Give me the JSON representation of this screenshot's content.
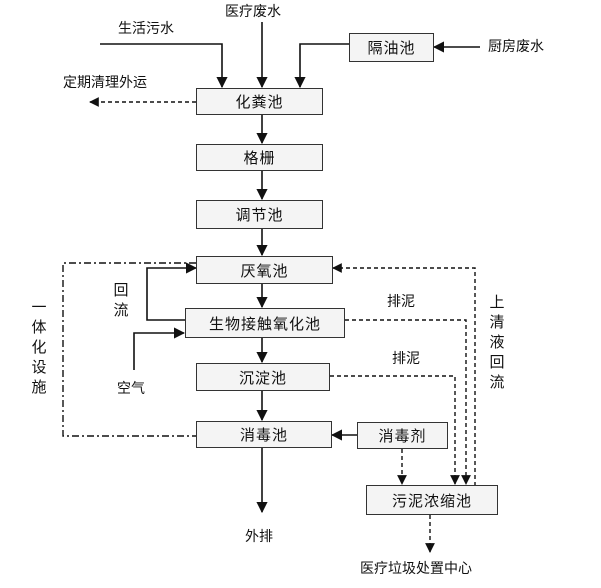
{
  "boxes": {
    "septic_tank": "化粪池",
    "oil_separator": "隔油池",
    "grille": "格栅",
    "regulating_tank": "调节池",
    "anaerobic_tank": "厌氧池",
    "contact_oxidation_tank": "生物接触氧化池",
    "sedimentation_tank": "沉淀池",
    "disinfection_tank": "消毒池",
    "disinfectant": "消毒剂",
    "sludge_thickener": "污泥浓缩池"
  },
  "labels": {
    "domestic_sewage": "生活污水",
    "medical_wastewater": "医疗废水",
    "kitchen_wastewater": "厨房废水",
    "periodic_cleaning": "定期清理外运",
    "reflux": "回流",
    "air": "空气",
    "sludge_discharge_1": "排泥",
    "sludge_discharge_2": "排泥",
    "discharge": "外排",
    "medical_waste_center": "医疗垃圾处置中心",
    "integrated_facility": "一体化设施",
    "supernatant_reflux": "上清液回流"
  }
}
